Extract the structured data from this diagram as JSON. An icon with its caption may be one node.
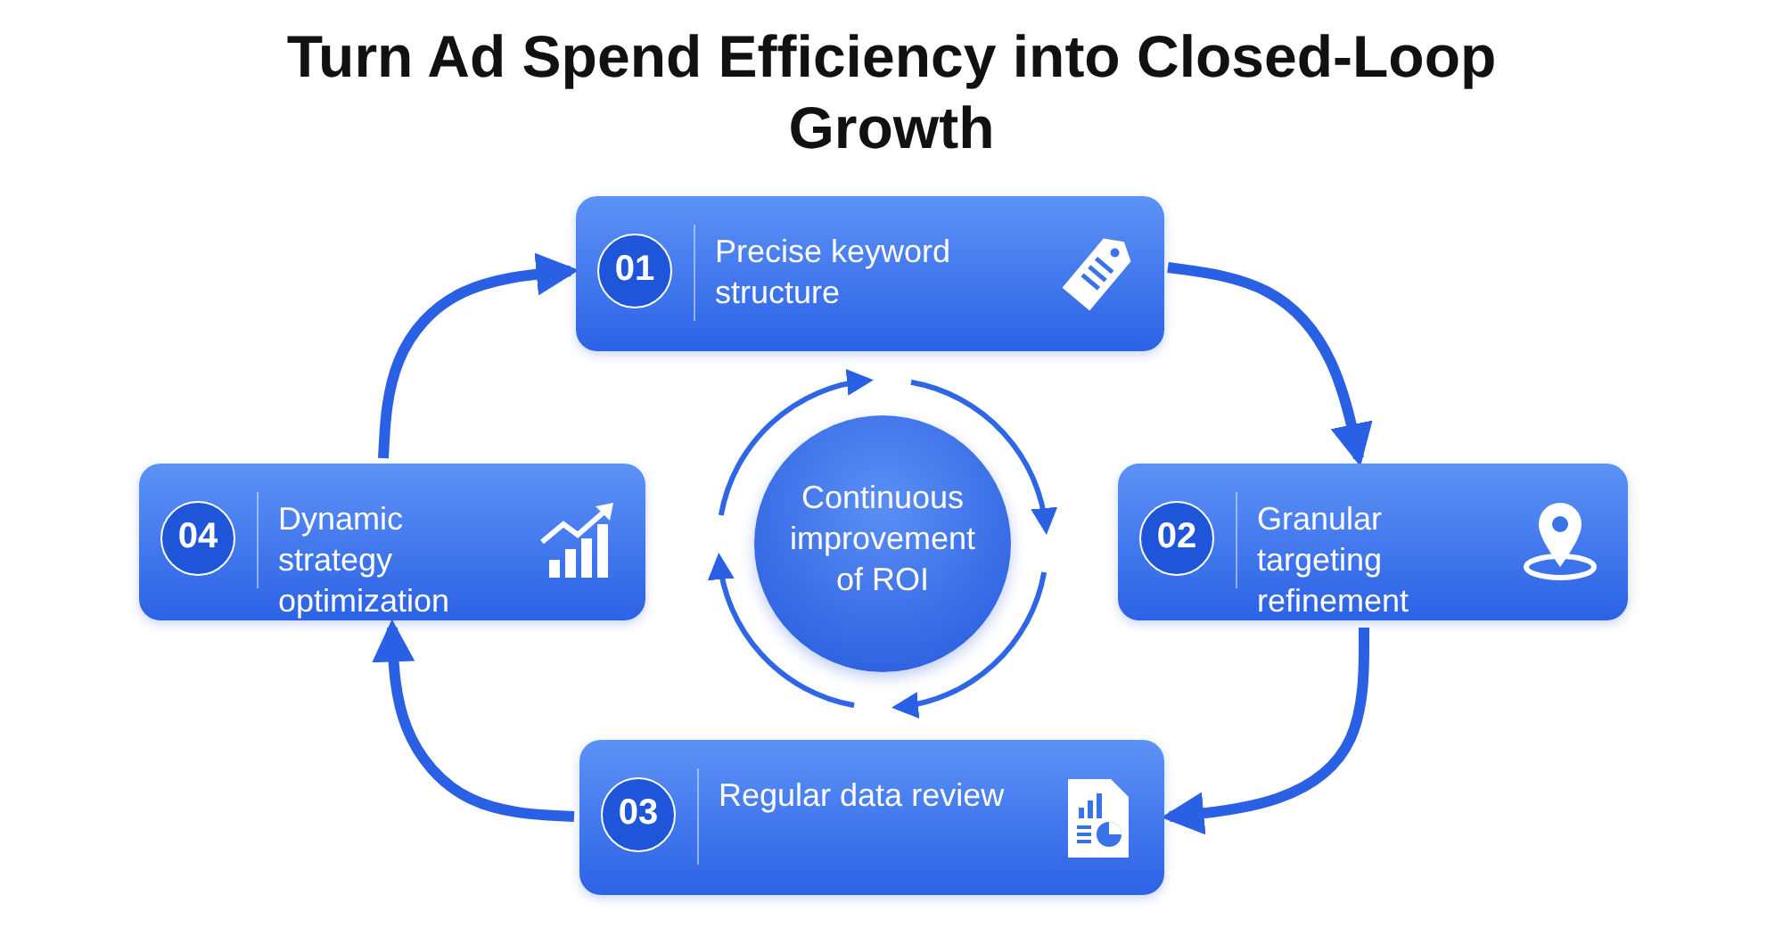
{
  "diagram": {
    "title": "Turn Ad Spend Efficiency into Closed-Loop Growth",
    "nodes": [
      {
        "text": [
          "01",
          "Precise keyword structure"
        ]
      },
      {
        "text": [
          "04",
          "Dynamic strategy optimization"
        ]
      },
      {
        "text": [
          "Continuous improvement of ROI"
        ]
      },
      {
        "text": [
          "02",
          "Granular targeting refinement"
        ]
      },
      {
        "text": [
          "03",
          "Regular data review"
        ]
      }
    ],
    "edges": [
      {
        "from": 0,
        "to": 3,
        "arrow": "to"
      },
      {
        "from": 3,
        "to": 4,
        "arrow": "to"
      },
      {
        "from": 4,
        "to": 1,
        "arrow": "to"
      },
      {
        "from": 1,
        "to": 0,
        "arrow": "to"
      }
    ]
  }
}
